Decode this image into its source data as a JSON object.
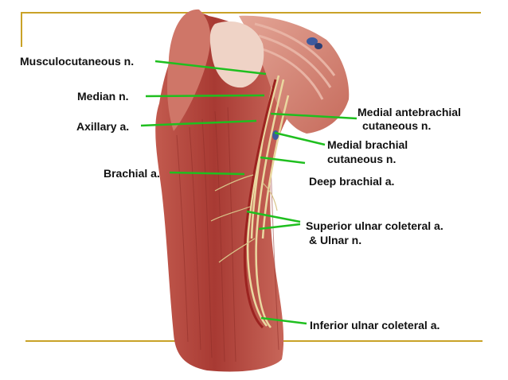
{
  "colors": {
    "frame_gold": "#c9a227",
    "leader_green": "#1fbf1f",
    "muscle_red": "#b8473f",
    "muscle_light": "#d98a7a",
    "nerve_yellow": "#e8d79a",
    "vessel_blue": "#3d5a9e"
  },
  "labels": {
    "musculocutaneous": "Musculocutaneous n.",
    "median": "Median n.",
    "axillary": "Axillary a.",
    "brachial": "Brachial a.",
    "medial_antebrachial_1": "Medial antebrachial",
    "medial_antebrachial_2": "cutaneous n.",
    "medial_brachial_1": "Medial brachial",
    "medial_brachial_2": "cutaneous n.",
    "deep_brachial": "Deep brachial a.",
    "superior_ulnar_1": "Superior ulnar coleteral a.",
    "superior_ulnar_2": "& Ulnar n.",
    "inferior_ulnar": "Inferior ulnar coleteral a."
  },
  "illustration": {
    "subject": "anatomical-arm-illustration"
  }
}
